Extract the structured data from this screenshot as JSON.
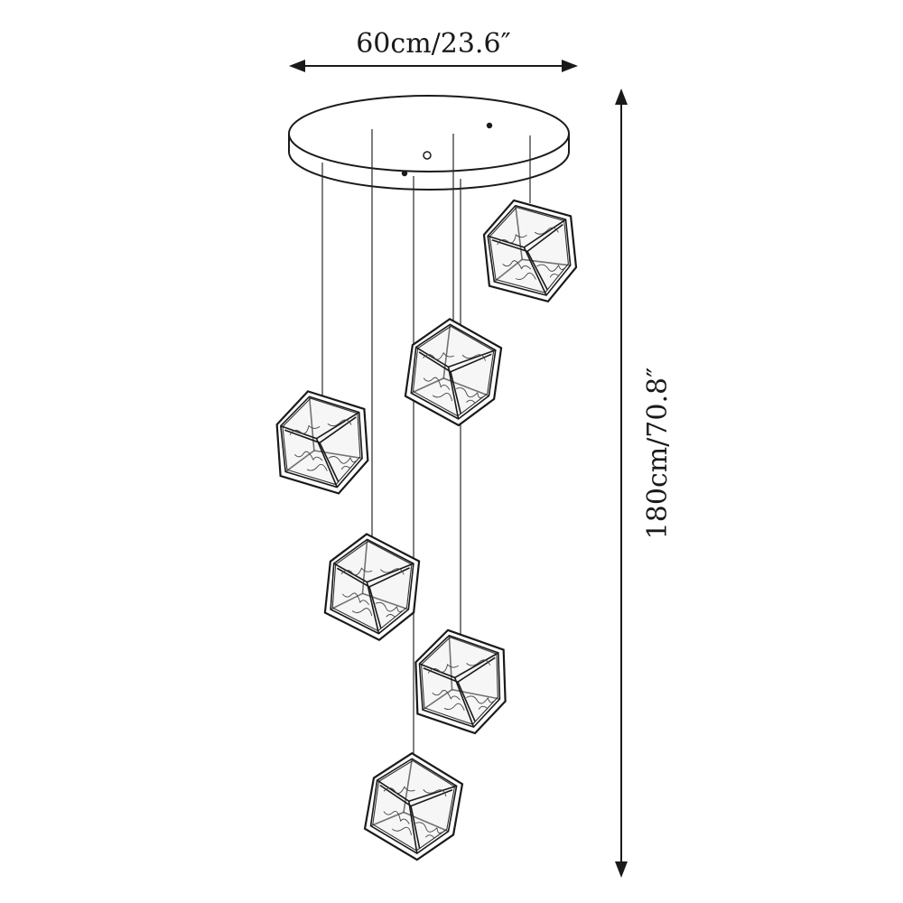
{
  "dimensions": {
    "width_label": "60cm/23.6″",
    "height_label": "180cm/70.8″"
  },
  "fixture": {
    "canopy_shape": "oval-disc",
    "pendant_count": 6,
    "pendant_shape": "cube-frame",
    "line_color": "#1a1a1a"
  }
}
